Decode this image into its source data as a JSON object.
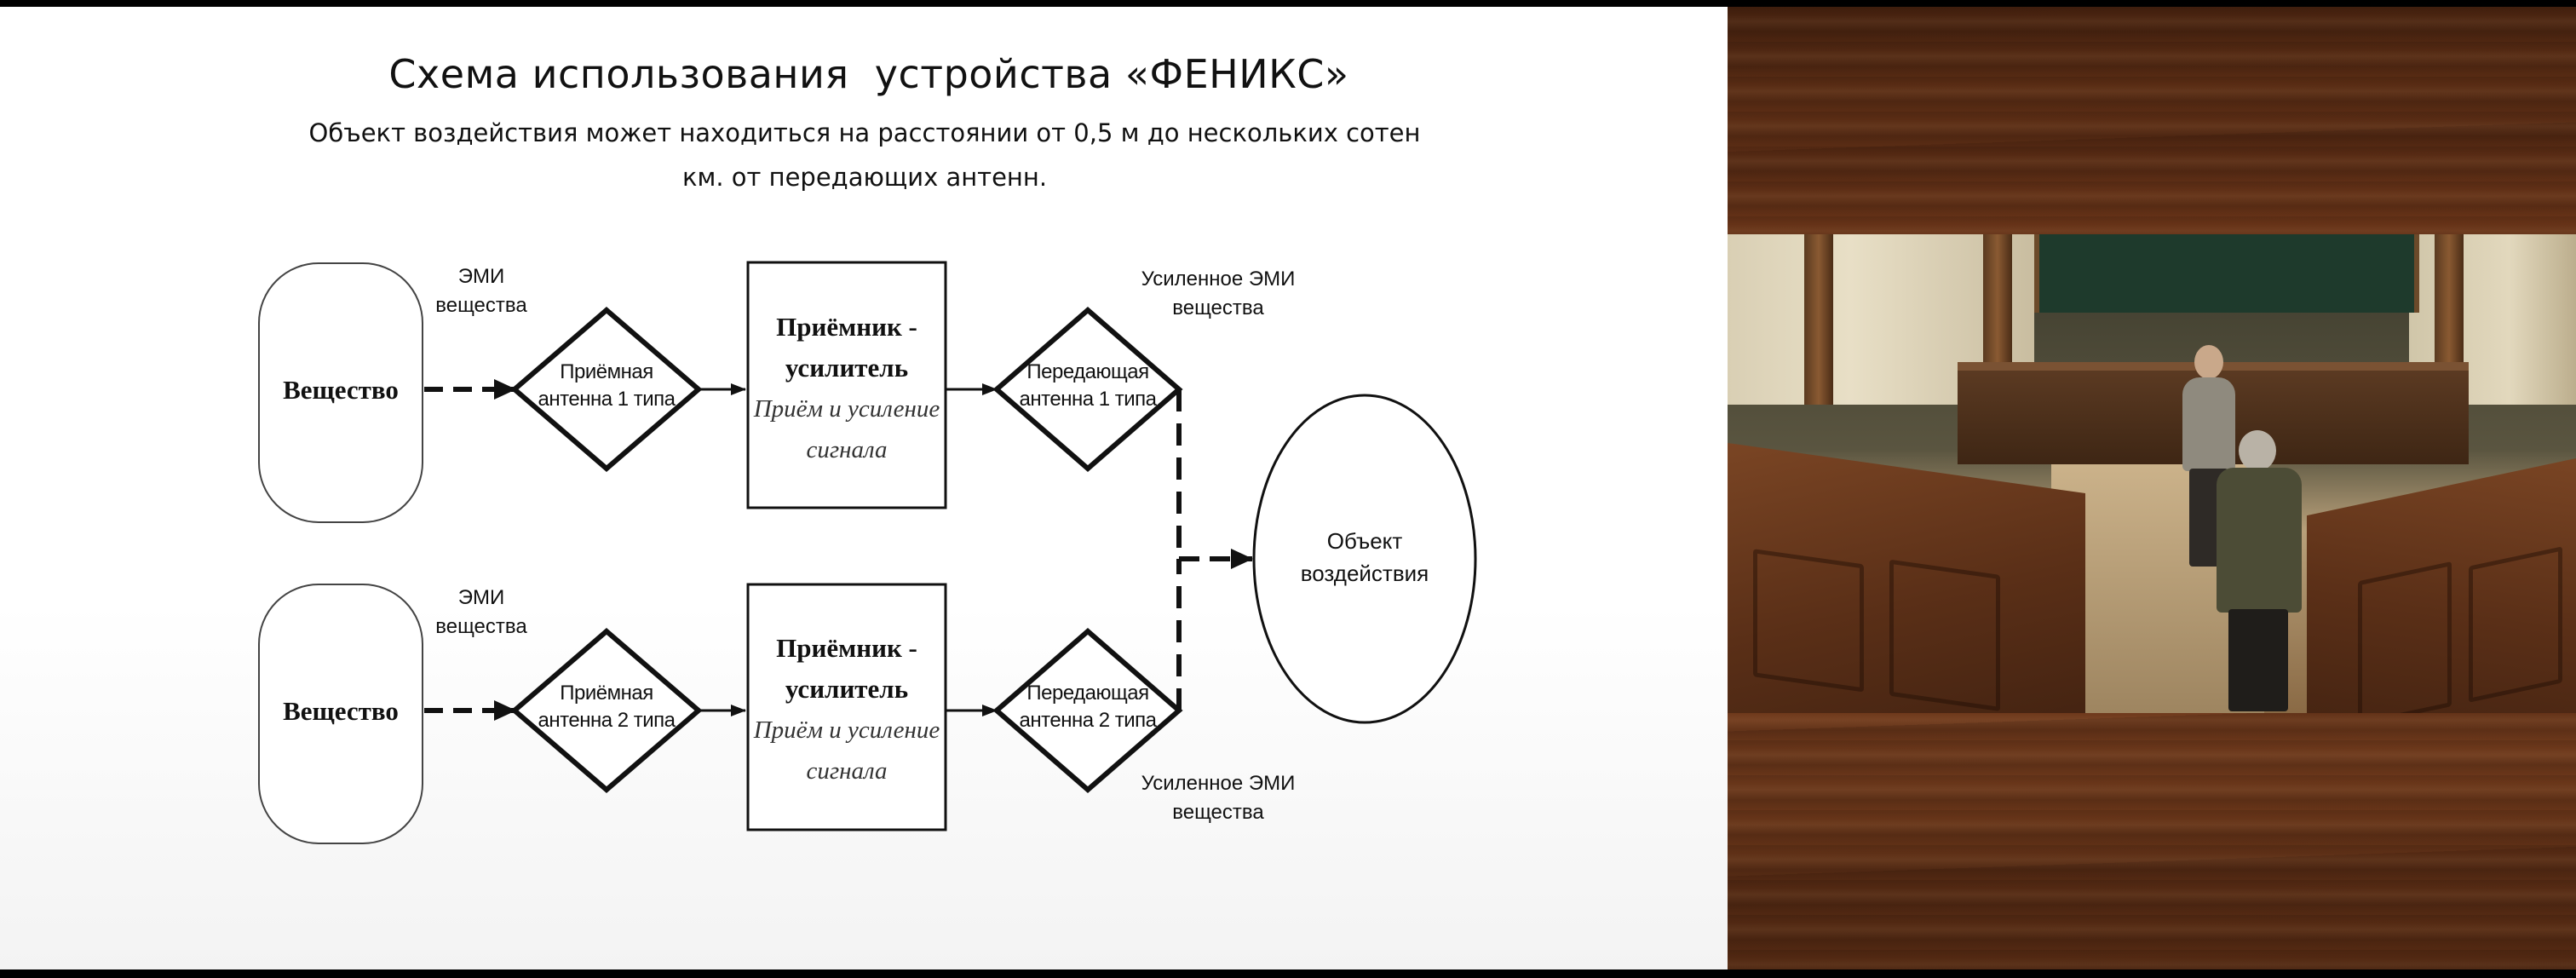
{
  "slide": {
    "title": "Схема использования  устройства «ФЕНИКС»",
    "subtitle_line1": "Объект воздействия может находиться на расстоянии от 0,5 м  до нескольких сотен",
    "subtitle_line2": "км. от передающих антенн."
  },
  "diagram": {
    "row1": {
      "source": "Вещество",
      "emi_line1": "ЭМИ",
      "emi_line2": "вещества",
      "rx_antenna_line1": "Приёмная",
      "rx_antenna_line2": "антенна 1 типа",
      "receiver_title_line1": "Приёмник -",
      "receiver_title_line2": "усилитель",
      "receiver_desc_line1": "Приём и усиление",
      "receiver_desc_line2": "сигнала",
      "tx_antenna_line1": "Передающая",
      "tx_antenna_line2": "антенна 1 типа",
      "amp_emi_line1": "Усиленное ЭМИ",
      "amp_emi_line2": "вещества"
    },
    "row2": {
      "source": "Вещество",
      "emi_line1": "ЭМИ",
      "emi_line2": "вещества",
      "rx_antenna_line1": "Приёмная",
      "rx_antenna_line2": "антенна 2 типа",
      "receiver_title_line1": "Приёмник -",
      "receiver_title_line2": "усилитель",
      "receiver_desc_line1": "Приём и усиление",
      "receiver_desc_line2": "сигнала",
      "tx_antenna_line1": "Передающая",
      "tx_antenna_line2": "антенна 2 типа",
      "amp_emi_line1": "Усиленное ЭМИ",
      "amp_emi_line2": "вещества"
    },
    "target_line1": "Объект",
    "target_line2": "воздействия"
  }
}
